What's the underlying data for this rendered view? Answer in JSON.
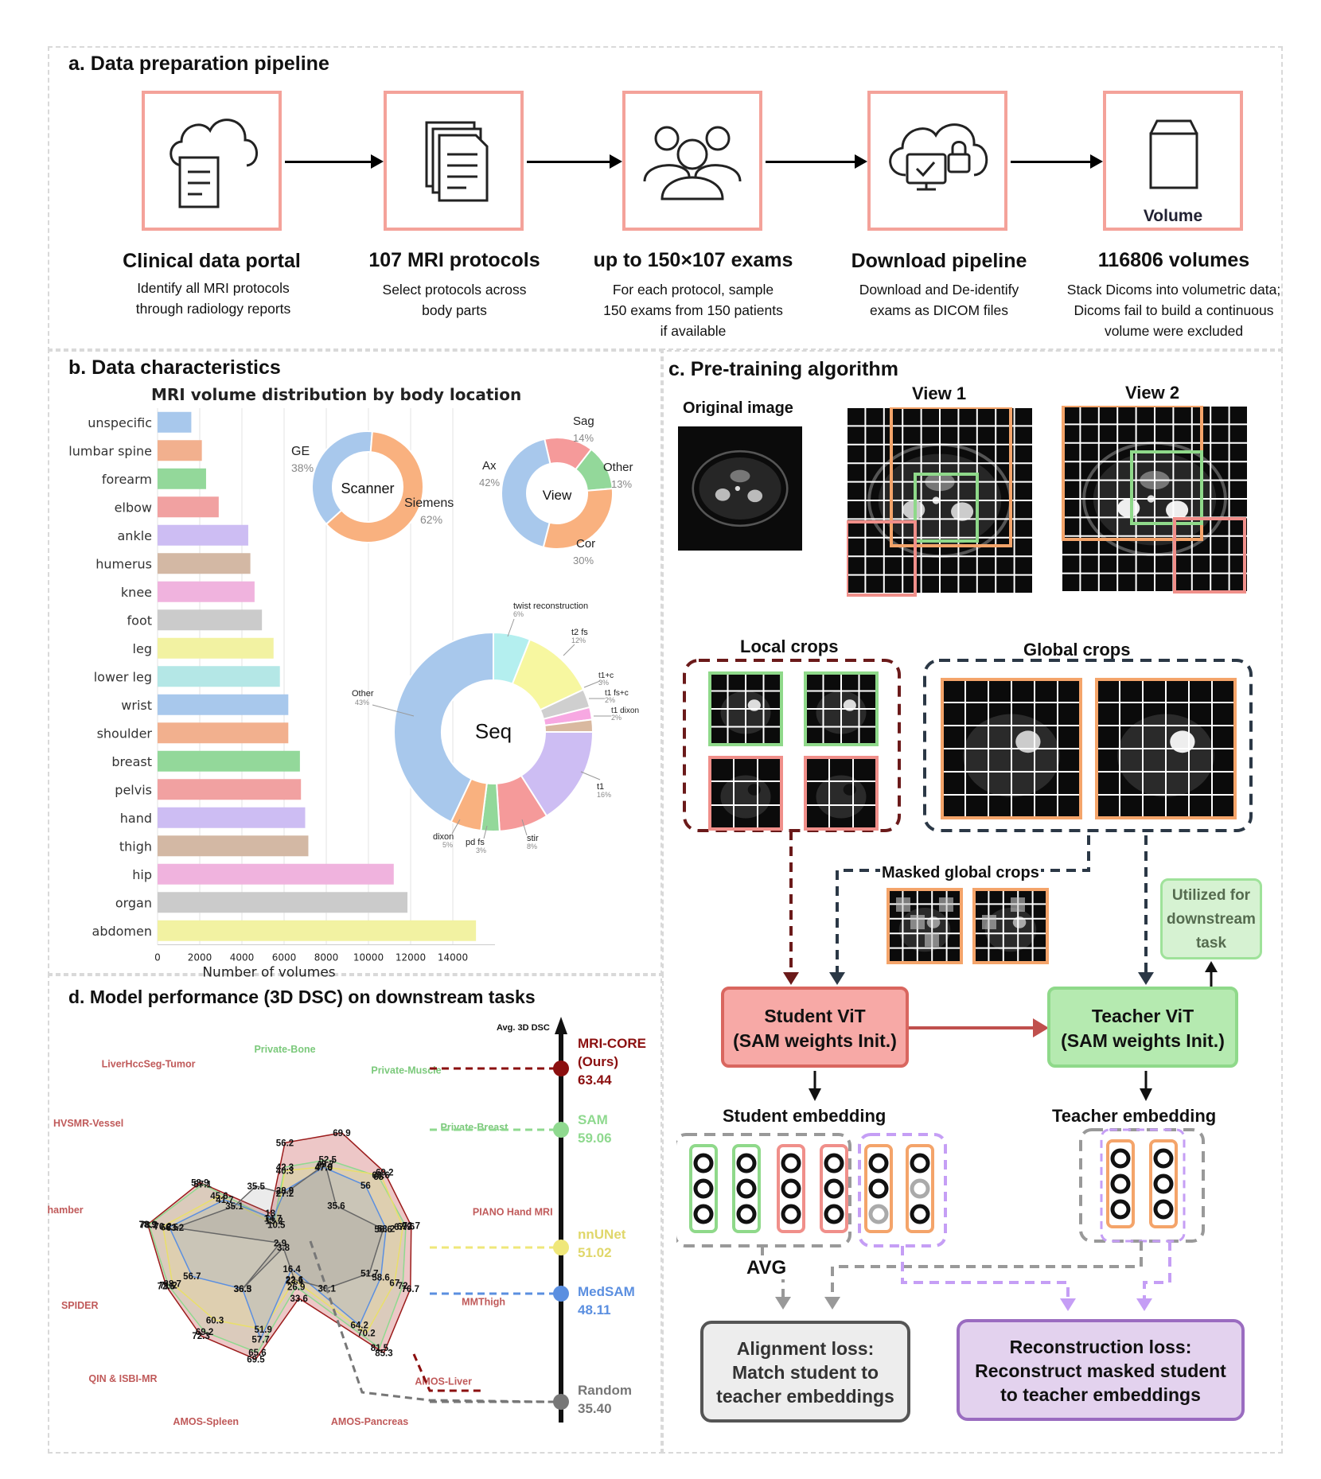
{
  "panel_a": {
    "title": "a. Data preparation pipeline",
    "steps": [
      {
        "title": "Clinical data portal",
        "desc1": "Identify all MRI protocols",
        "desc2": "through radiology reports",
        "desc3": ""
      },
      {
        "title": "107 MRI protocols",
        "desc1": "Select protocols across",
        "desc2": "body parts",
        "desc3": ""
      },
      {
        "title": "up to 150×107 exams",
        "desc1": "For each protocol, sample",
        "desc2": "150 exams from 150 patients",
        "desc3": "if available"
      },
      {
        "title": "Download pipeline",
        "desc1": "Download and De-identify",
        "desc2": "exams as DICOM files",
        "desc3": ""
      },
      {
        "title": "116806 volumes",
        "desc1": "Stack Dicoms into volumetric data;",
        "desc2": "Dicoms fail to build a continuous",
        "desc3": "volume were excluded"
      }
    ],
    "volume_label": "Volume",
    "icons": [
      "cloud-document-icon",
      "documents-icon",
      "people-icon",
      "cloud-lock-monitor-icon",
      "box-icon"
    ]
  },
  "panel_b": {
    "title": "b. Data characteristics",
    "chart_title": "MRI volume distribution by body location",
    "chart_data": [
      {
        "type": "bar",
        "orientation": "horizontal",
        "title": "MRI volume distribution by body location",
        "xlabel": "Number of volumes",
        "xlim": [
          0,
          16000
        ],
        "xticks": [
          0,
          2000,
          4000,
          6000,
          8000,
          10000,
          12000,
          14000
        ],
        "categories": [
          "unspecific",
          "lumbar spine",
          "forearm",
          "elbow",
          "ankle",
          "humerus",
          "knee",
          "foot",
          "leg",
          "lower leg",
          "wrist",
          "shoulder",
          "breast",
          "pelvis",
          "hand",
          "thigh",
          "hip",
          "organ",
          "abdomen"
        ],
        "values": [
          1600,
          2100,
          2300,
          2900,
          4300,
          4400,
          4600,
          4950,
          5500,
          5800,
          6200,
          6200,
          6750,
          6800,
          7000,
          7150,
          11200,
          11850,
          15100
        ],
        "colors": [
          "#a8c8ec",
          "#f2b08e",
          "#93d89a",
          "#f1a1a1",
          "#cdbdf3",
          "#d3b8a4",
          "#f0b3de",
          "#cbcbcb",
          "#f2f2a2",
          "#b4e7e6",
          "#a8c8ec",
          "#f2b08e",
          "#93d89a",
          "#f1a1a1",
          "#cdbdf3",
          "#d3b8a4",
          "#f0b3de",
          "#cbcbcb",
          "#f2f2a2"
        ]
      },
      {
        "type": "pie",
        "donut": true,
        "center_label": "Scanner",
        "labels": [
          "GE",
          "Siemens"
        ],
        "pct_labels": [
          "38%",
          "62%"
        ],
        "values": [
          38,
          62
        ],
        "colors": [
          "#a8c8ec",
          "#f9b17f"
        ]
      },
      {
        "type": "pie",
        "donut": true,
        "center_label": "View",
        "labels": [
          "Sag",
          "Other",
          "Cor",
          "Ax"
        ],
        "pct_labels": [
          "14%",
          "13%",
          "30%",
          "42%"
        ],
        "values": [
          14,
          13,
          30,
          42
        ],
        "colors": [
          "#f59a9a",
          "#93d89a",
          "#f9b17f",
          "#a8c8ec"
        ]
      },
      {
        "type": "pie",
        "donut": true,
        "center_label": "Seq",
        "labels": [
          "twist reconstruction",
          "t2 fs",
          "t1+c",
          "t1 fs+c",
          "t1 dixon",
          "t1",
          "stir",
          "pd fs",
          "dixon",
          "Other"
        ],
        "pct_labels": [
          "6%",
          "12%",
          "3%",
          "2%",
          "2%",
          "16%",
          "8%",
          "3%",
          "5%",
          "43%"
        ],
        "values": [
          6,
          12,
          3,
          2,
          2,
          16,
          8,
          3,
          5,
          43
        ],
        "colors": [
          "#b4efef",
          "#f7f7a0",
          "#cfcfcf",
          "#f7a8e2",
          "#d9b9a0",
          "#cdbdf3",
          "#f59a9a",
          "#93d89a",
          "#f9b17f",
          "#a8c8ec"
        ]
      },
      {
        "type": "radar",
        "title": "d. Model performance (3D DSC) on downstream tasks",
        "axes": [
          "Private-Bone",
          "Private-Muscle",
          "Private-Breast",
          "PIANO Hand MRI",
          "MMThigh",
          "AMOS-Liver",
          "AMOS-Pancreas",
          "AMOS-Spleen",
          "QIN & ISBI-MR",
          "SPIDER",
          "HVSMR-Chamber",
          "HVSMR-Vessel",
          "LiverHccSeg-Tumor"
        ],
        "series": [
          {
            "name": "MRI-CORE (Ours)",
            "values": [
              56.2,
              69.9,
              69.2,
              72.7,
              76.7,
              85.3,
              33.6,
              69.5,
              72.3,
              72.5,
              78.9,
              58.9,
              18.0
            ]
          },
          {
            "name": "SAM",
            "values": [
              42.3,
              52.5,
              65.0,
              69.6,
              72.0,
              81.5,
              26.9,
              65.6,
              69.2,
              71.2,
              78.2,
              57.1,
              13.2
            ]
          },
          {
            "name": "nnUNet",
            "values": [
              40.3,
              47.9,
              66.6,
              67.9,
              67.0,
              70.2,
              23.1,
              51.9,
              60.3,
              68.7,
              70.2,
              45.6,
              10.5
            ]
          },
          {
            "name": "MedSAM",
            "values": [
              28.9,
              47.6,
              56.0,
              58.2,
              58.6,
              64.2,
              16.4,
              57.7,
              36.5,
              56.7,
              66.5,
              41.7,
              14.7
            ]
          },
          {
            "name": "Random",
            "values": [
              27.2,
              49.7,
              35.6,
              56.6,
              51.7,
              36.1,
              22.6,
              3.8,
              36.3,
              2.9,
              63.2,
              35.1,
              35.5
            ]
          }
        ]
      }
    ]
  },
  "panel_c": {
    "title": "c. Pre-training algorithm",
    "original_image": "Original image",
    "view1": "View 1",
    "view2": "View 2",
    "local_crops": "Local crops",
    "global_crops": "Global crops",
    "masked_global_crops": "Masked global crops",
    "utilized1": "Utilized for",
    "utilized2": "downstream",
    "utilized3": "task",
    "student1": "Student ViT",
    "student2": "(SAM weights Init.)",
    "teacher1": "Teacher ViT",
    "teacher2": "(SAM weights Init.)",
    "student_embedding": "Student embedding",
    "teacher_embedding": "Teacher embedding",
    "avg": "AVG",
    "align1": "Alignment loss:",
    "align2": "Match student to",
    "align3": "teacher embeddings",
    "recon1": "Reconstruction loss:",
    "recon2": "Reconstruct masked student",
    "recon3": "to teacher embeddings"
  },
  "panel_d": {
    "title": "d. Model performance (3D DSC) on downstream tasks",
    "axis_title": "Avg. 3D DSC",
    "models": [
      {
        "name": "MRI-CORE",
        "name2": "(Ours)",
        "score": "63.44",
        "color": "#8b0f0f"
      },
      {
        "name": "SAM",
        "name2": "",
        "score": "59.06",
        "color": "#8fd98f"
      },
      {
        "name": "nnUNet",
        "name2": "",
        "score": "51.02",
        "color": "#efe77a"
      },
      {
        "name": "MedSAM",
        "name2": "",
        "score": "48.11",
        "color": "#5b8fe0"
      },
      {
        "name": "Random",
        "name2": "",
        "score": "35.40",
        "color": "#777777"
      }
    ]
  }
}
